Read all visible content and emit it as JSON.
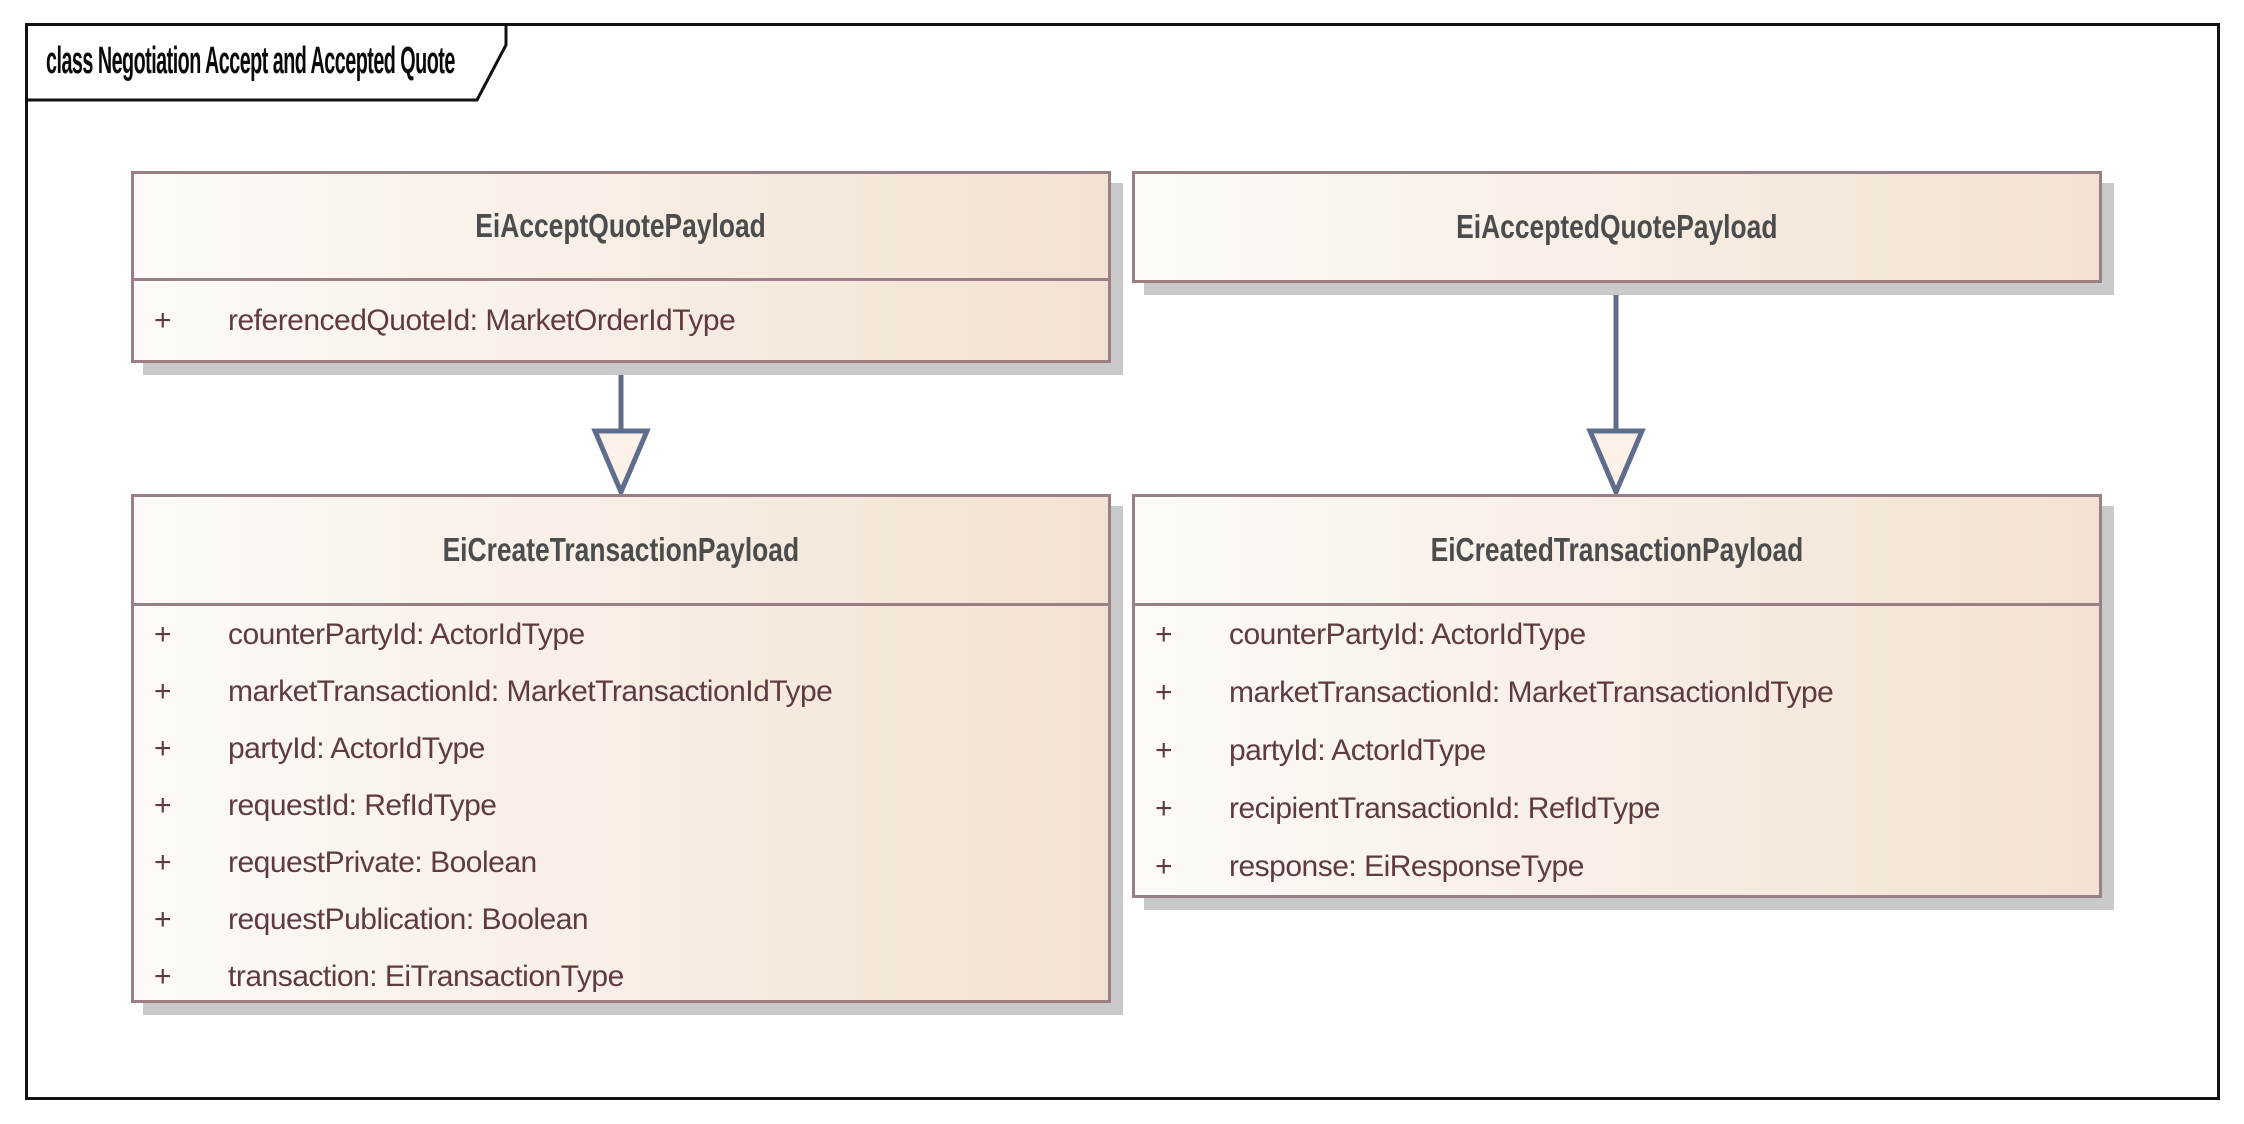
{
  "frame": {
    "title": "class Negotiation Accept and Accepted Quote"
  },
  "colors": {
    "box_border": "#9a8084",
    "box_fill_left": "#fdfaf7",
    "box_fill_right": "#f2e2d2",
    "header_text": "#4c4c4c",
    "attribute_text": "#5f3b41",
    "arrow": "#5f6d8d",
    "arrowhead_fill": "#fcf1e8",
    "shadow": "#c9c9c9",
    "frame_border": "#111111"
  },
  "classes": [
    {
      "name": "EiAcceptQuotePayload",
      "attributes": [
        {
          "vis": "+",
          "label": "referencedQuoteId: MarketOrderIdType"
        }
      ]
    },
    {
      "name": "EiAcceptedQuotePayload",
      "attributes": []
    },
    {
      "name": "EiCreateTransactionPayload",
      "attributes": [
        {
          "vis": "+",
          "label": "counterPartyId: ActorIdType"
        },
        {
          "vis": "+",
          "label": "marketTransactionId: MarketTransactionIdType"
        },
        {
          "vis": "+",
          "label": "partyId: ActorIdType"
        },
        {
          "vis": "+",
          "label": "requestId: RefIdType"
        },
        {
          "vis": "+",
          "label": "requestPrivate: Boolean"
        },
        {
          "vis": "+",
          "label": "requestPublication: Boolean"
        },
        {
          "vis": "+",
          "label": "transaction: EiTransactionType"
        }
      ]
    },
    {
      "name": "EiCreatedTransactionPayload",
      "attributes": [
        {
          "vis": "+",
          "label": "counterPartyId: ActorIdType"
        },
        {
          "vis": "+",
          "label": "marketTransactionId: MarketTransactionIdType"
        },
        {
          "vis": "+",
          "label": "partyId: ActorIdType"
        },
        {
          "vis": "+",
          "label": "recipientTransactionId: RefIdType"
        },
        {
          "vis": "+",
          "label": "response: EiResponseType"
        }
      ]
    }
  ],
  "relationships": [
    {
      "type": "generalization",
      "from": "EiAcceptQuotePayload",
      "to": "EiCreateTransactionPayload"
    },
    {
      "type": "generalization",
      "from": "EiAcceptedQuotePayload",
      "to": "EiCreatedTransactionPayload"
    }
  ]
}
